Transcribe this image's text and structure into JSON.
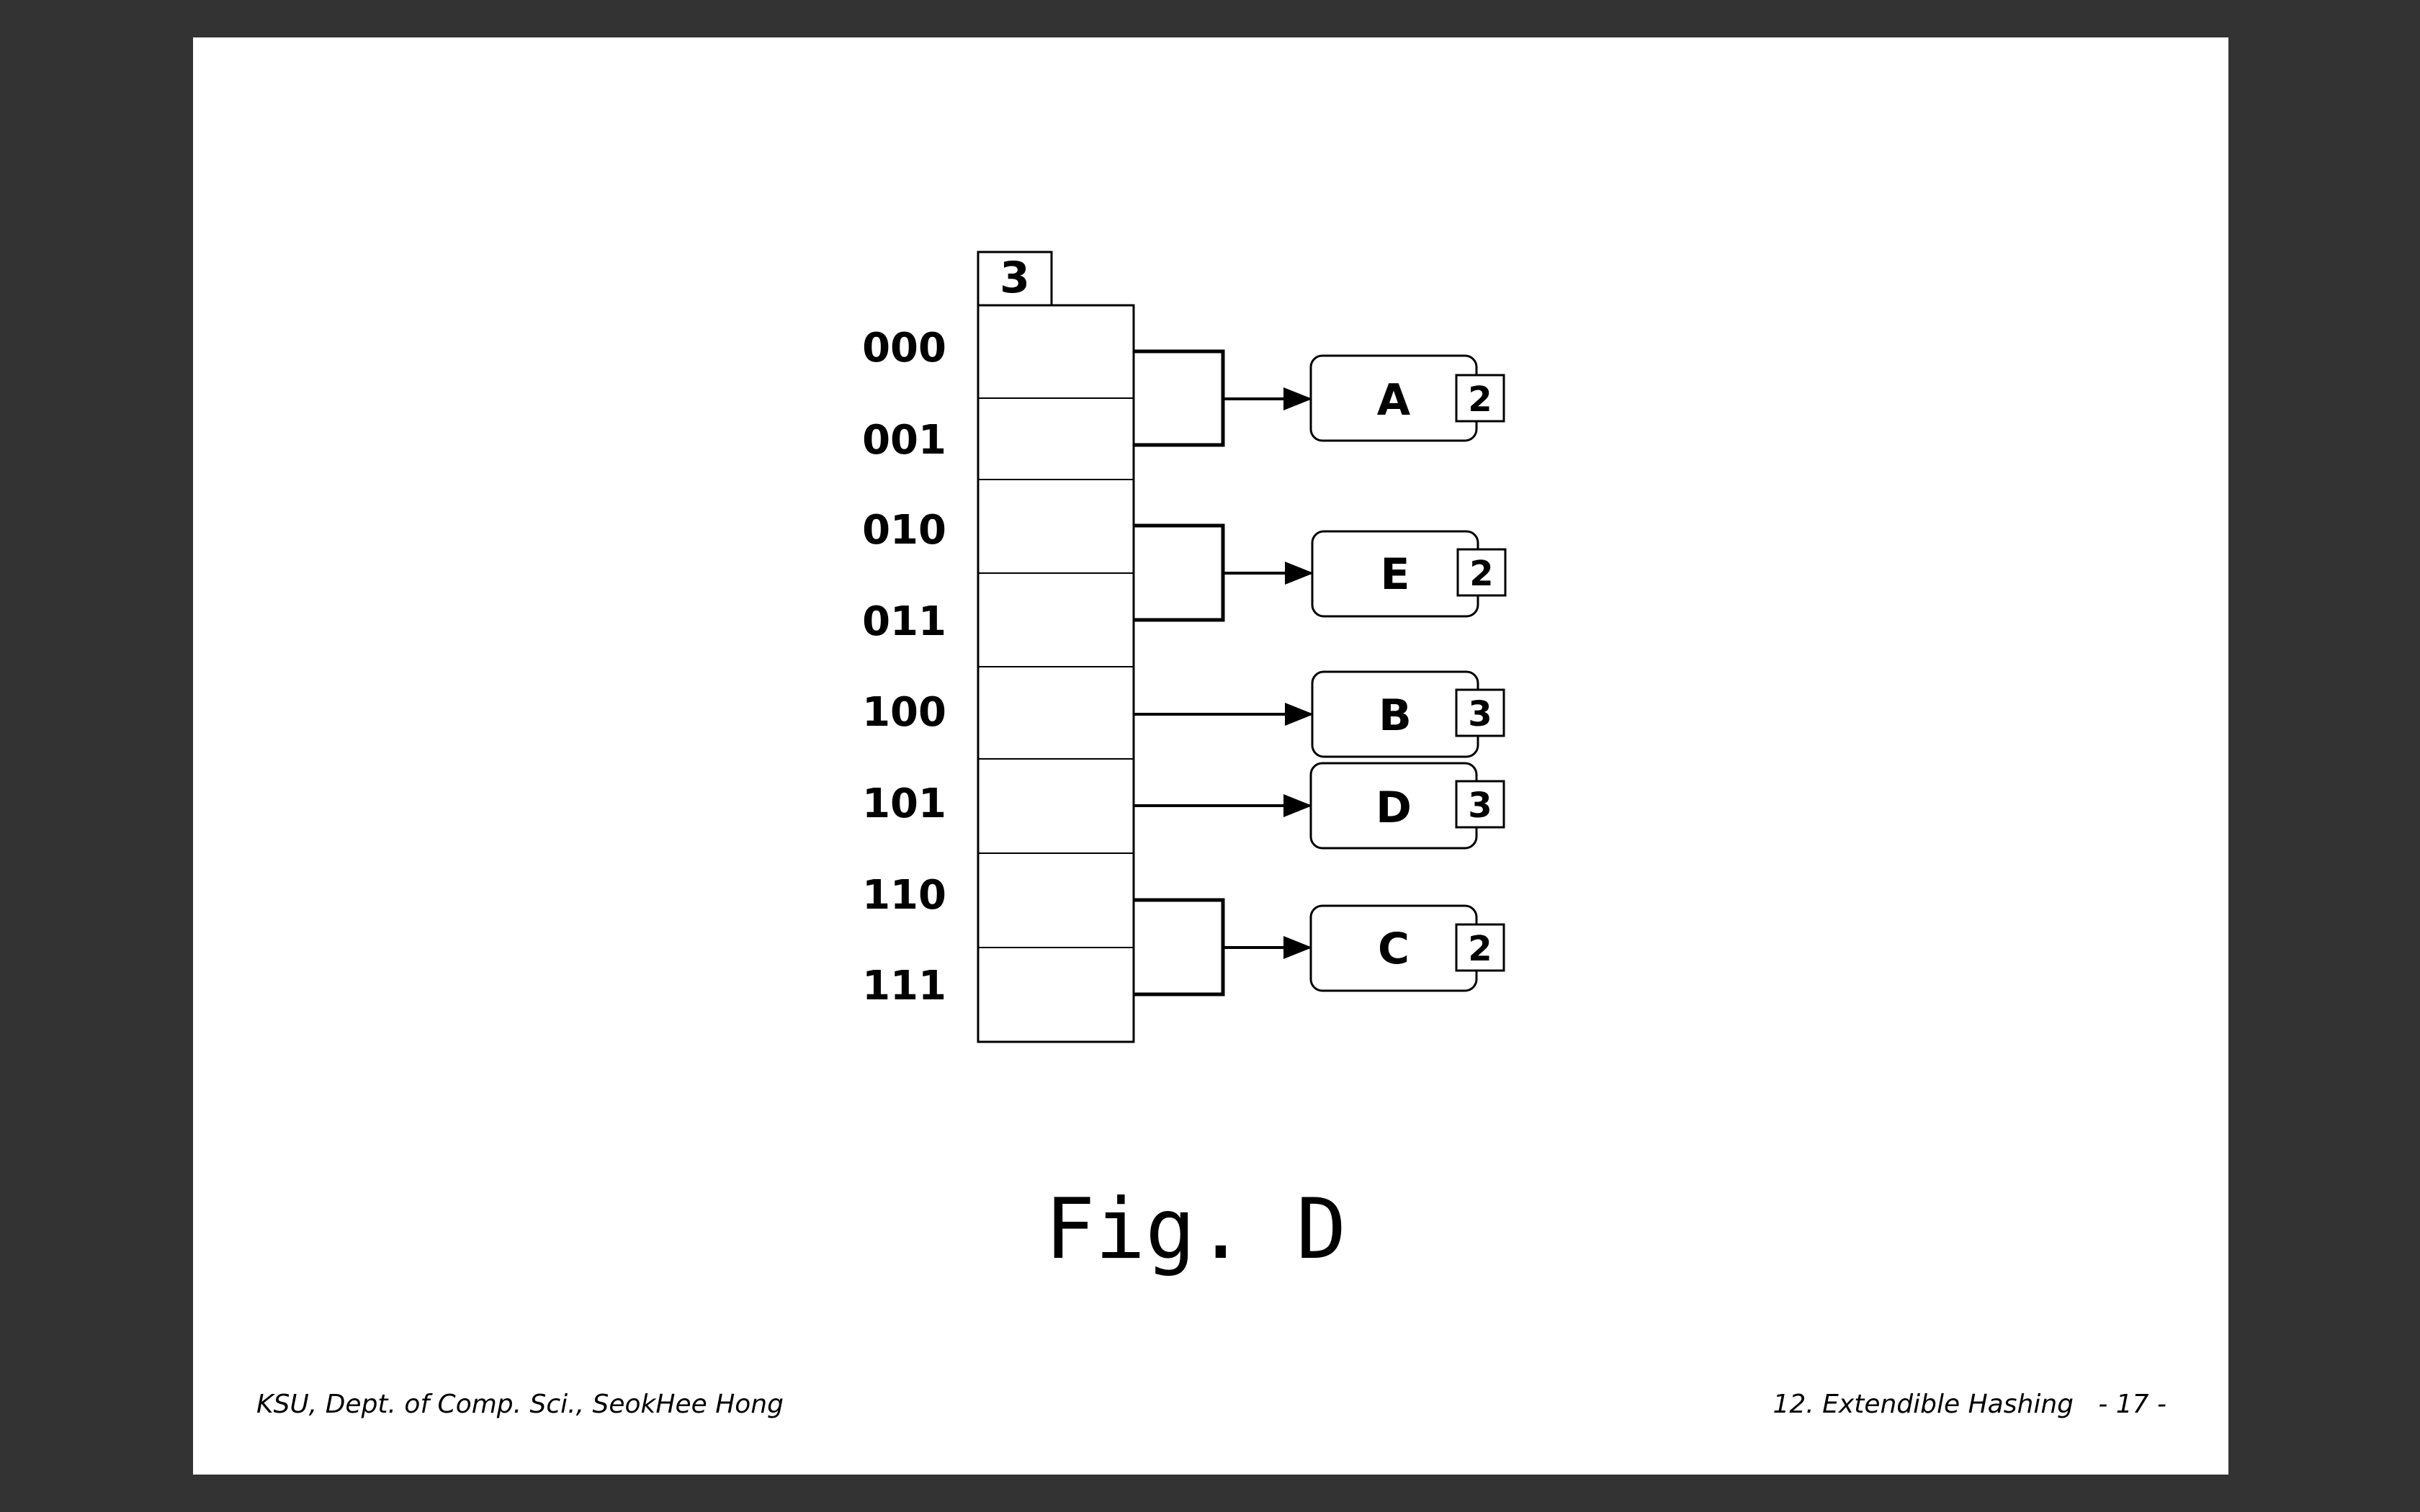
{
  "directory": {
    "global_depth": "3",
    "entries": [
      {
        "label": "000",
        "bucket": "A"
      },
      {
        "label": "001",
        "bucket": "A"
      },
      {
        "label": "010",
        "bucket": "E"
      },
      {
        "label": "011",
        "bucket": "E"
      },
      {
        "label": "100",
        "bucket": "B"
      },
      {
        "label": "101",
        "bucket": "D"
      },
      {
        "label": "110",
        "bucket": "C"
      },
      {
        "label": "111",
        "bucket": "C"
      }
    ]
  },
  "buckets": [
    {
      "name": "A",
      "local_depth": "2"
    },
    {
      "name": "E",
      "local_depth": "2"
    },
    {
      "name": "B",
      "local_depth": "3"
    },
    {
      "name": "D",
      "local_depth": "3"
    },
    {
      "name": "C",
      "local_depth": "2"
    }
  ],
  "caption": "Fig. D",
  "footer": {
    "left": "KSU, Dept. of Comp. Sci., SeokHee Hong",
    "right": "12. Extendible Hashing   - 17 -"
  },
  "colors": {
    "frame": "#333333",
    "slide": "#ffffff",
    "ink": "#000000"
  }
}
